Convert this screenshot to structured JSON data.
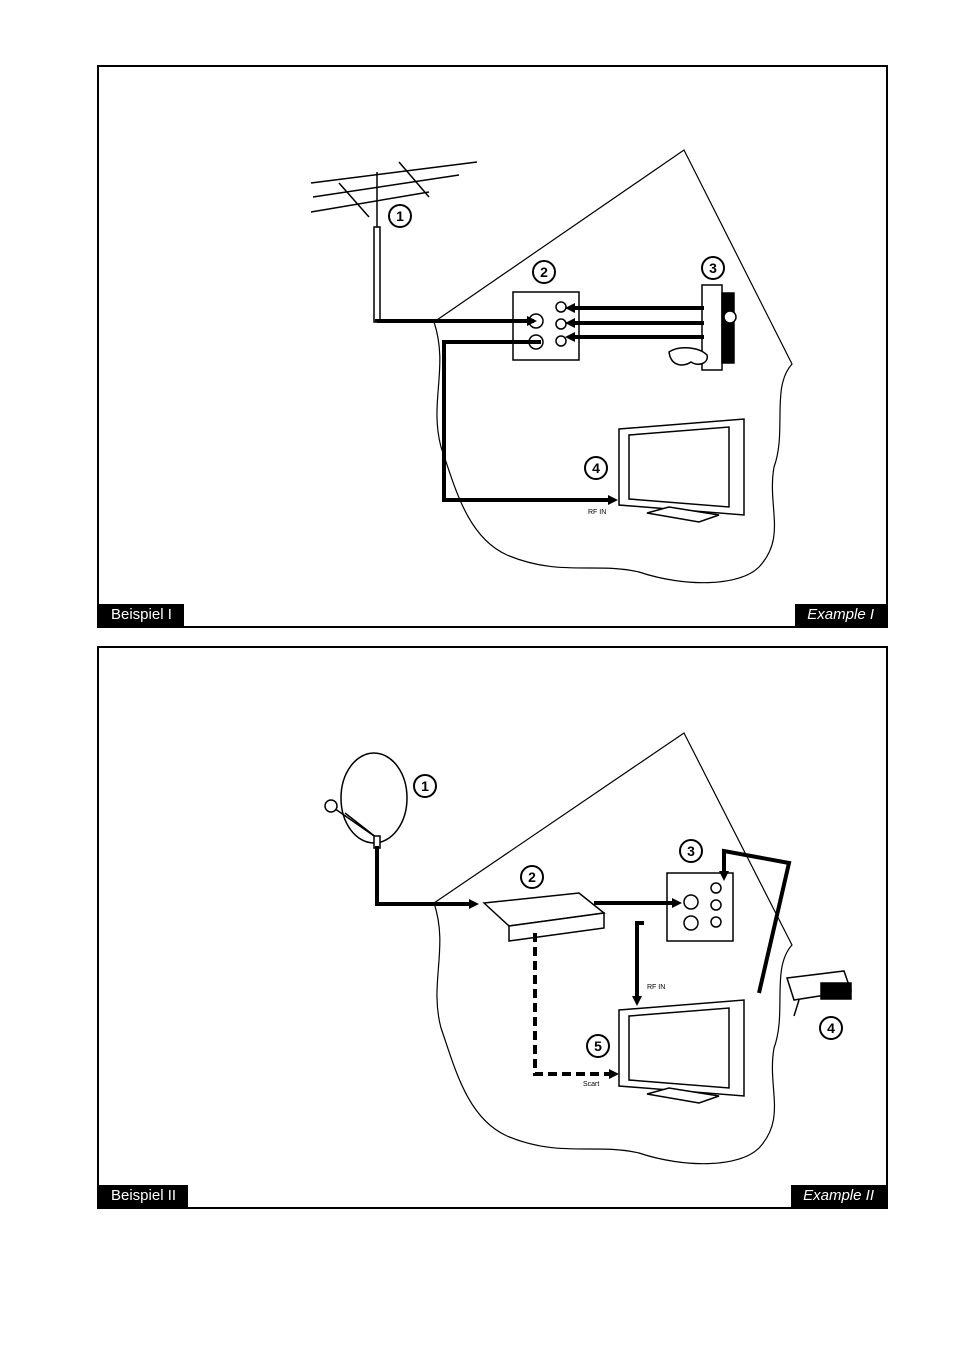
{
  "panel1": {
    "label_de": "Beispiel I",
    "label_en": "Example I",
    "callouts": [
      "1",
      "2",
      "3",
      "4"
    ],
    "rf_in": "RF IN"
  },
  "panel2": {
    "label_de": "Beispiel II",
    "label_en": "Example II",
    "callouts": [
      "1",
      "2",
      "3",
      "4",
      "5"
    ],
    "rf_in": "RF IN",
    "scart": "Scart"
  }
}
